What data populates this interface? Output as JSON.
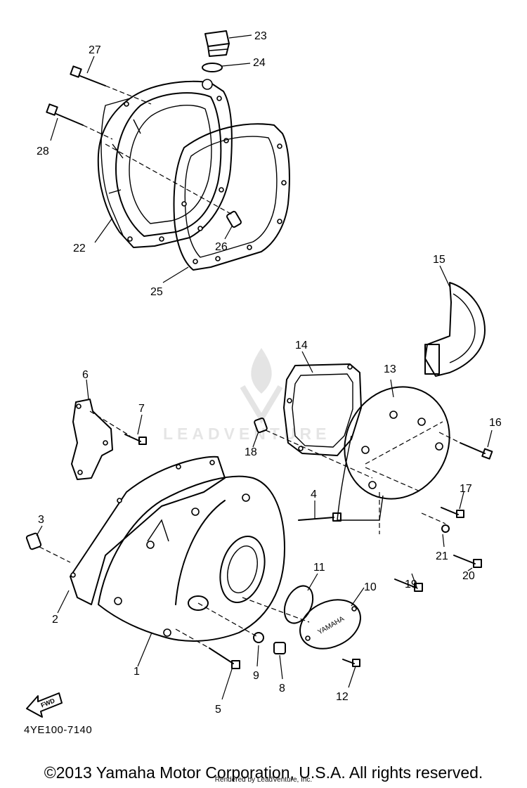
{
  "callouts": [
    "1",
    "2",
    "3",
    "4",
    "5",
    "6",
    "7",
    "8",
    "9",
    "10",
    "11",
    "12",
    "13",
    "14",
    "15",
    "16",
    "17",
    "18",
    "19",
    "20",
    "21",
    "22",
    "23",
    "24",
    "25",
    "26",
    "27",
    "28"
  ],
  "cover_stamp": "YAMAHA",
  "fwd_label": "FWD",
  "diagram_code": "4YE100-7140",
  "watermark": "LEADVENTURE",
  "copyright": "©2013 Yamaha Motor Corporation, U.S.A. All rights reserved.",
  "rendered_by": "Rendered by LeadVenture, Inc."
}
